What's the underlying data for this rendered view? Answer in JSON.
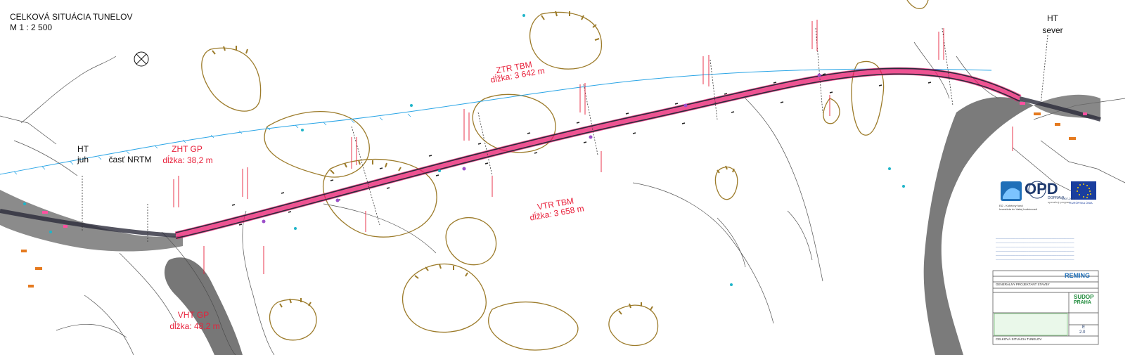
{
  "header": {
    "title": "CELKOVÁ SITUÁCIA TUNELOV",
    "scale": "M  1 : 2 500"
  },
  "labels": {
    "ht_south_1": "HT",
    "ht_south_2": "juh",
    "nrtm": "časť NRTM",
    "zht_name": "ZHT GP",
    "zht_len": "dĺžka: 38,2 m",
    "ztr_name": "ZTR  TBM",
    "ztr_len": "dĺžka: 3 642 m",
    "vtr_name": "VTR  TBM",
    "vtr_len": "dĺžka: 3 658 m",
    "vht_name": "VHT GP",
    "vht_len": "dĺžka: 48,2 m",
    "ht_north_1": "HT",
    "ht_north_2": "sever"
  },
  "logos": {
    "opd_text": "OPD",
    "opd_sub1": "DOPRAVA",
    "opd_sub2": "2007-2013",
    "opd_sub3": "operačný program",
    "eu_caption": "EURÓPSKA ÚNIA",
    "fund_line1": "EÚ - Kohézny fond",
    "fund_line2": "Investícia do Vašej budúcnosti"
  },
  "title_block": {
    "company_remig": "REMING",
    "company_sudop": "SUDOP",
    "company_sudop2": "PRAHA",
    "general": "GENERÁLNY PROJEKTANT STAVBY",
    "drawing_title": "CELKOVÁ SITUÁCIA TUNELOV",
    "drawing_no": "E",
    "revision": "2.0"
  },
  "colors": {
    "alignment": "#e8196e",
    "tunnel_line": "#2a2a3a",
    "terrain": "#9c7b2a",
    "river": "#2aa5e6",
    "label_red": "#e8213b",
    "portal_gray": "#4a4a4a"
  }
}
